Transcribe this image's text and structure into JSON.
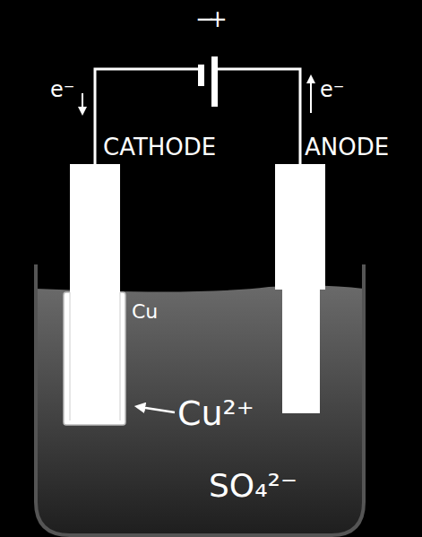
{
  "diagram": {
    "labels": [
      "−",
      "+",
      "e⁻",
      "e⁻",
      "CATHODE",
      "ANODE",
      "Cu",
      "Cu²⁺",
      "SO₄²⁻"
    ]
  }
}
